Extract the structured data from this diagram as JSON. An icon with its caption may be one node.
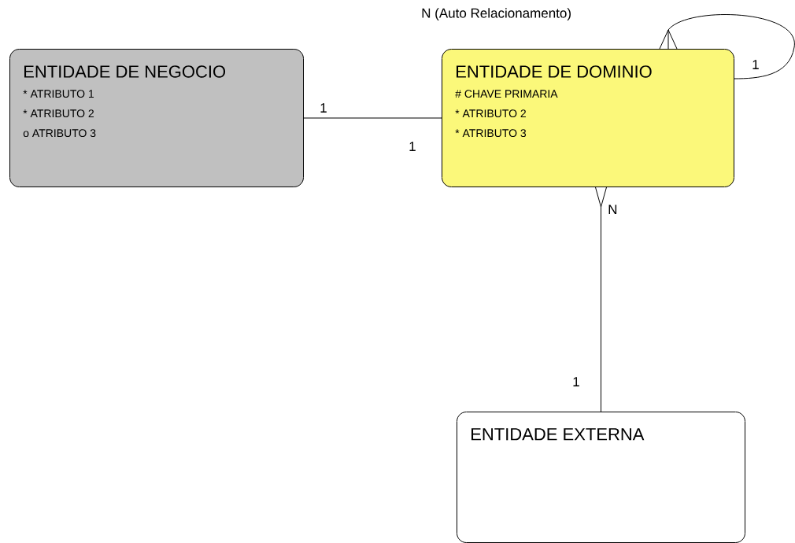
{
  "diagram": {
    "nodes": [
      {
        "text": [
          "ENTIDADE DE NEGOCIO",
          "* ATRIBUTO 1",
          "* ATRIBUTO 2",
          "o ATRIBUTO 3"
        ]
      },
      {
        "text": [
          "ENTIDADE DE DOMINIO",
          "# CHAVE PRIMARIA",
          "* ATRIBUTO 2",
          "* ATRIBUTO 3"
        ]
      },
      {
        "text": [
          "ENTIDADE EXTERNA"
        ]
      }
    ],
    "edges": [
      {
        "from": 0,
        "to": 1,
        "arrow": "none"
      },
      {
        "from": 1,
        "to": 1,
        "arrow": "other"
      },
      {
        "from": 1,
        "to": 2,
        "arrow": "other"
      }
    ],
    "labels": [
      "N (Auto Relacionamento)",
      "1",
      "1",
      "1",
      "N",
      "1"
    ]
  }
}
